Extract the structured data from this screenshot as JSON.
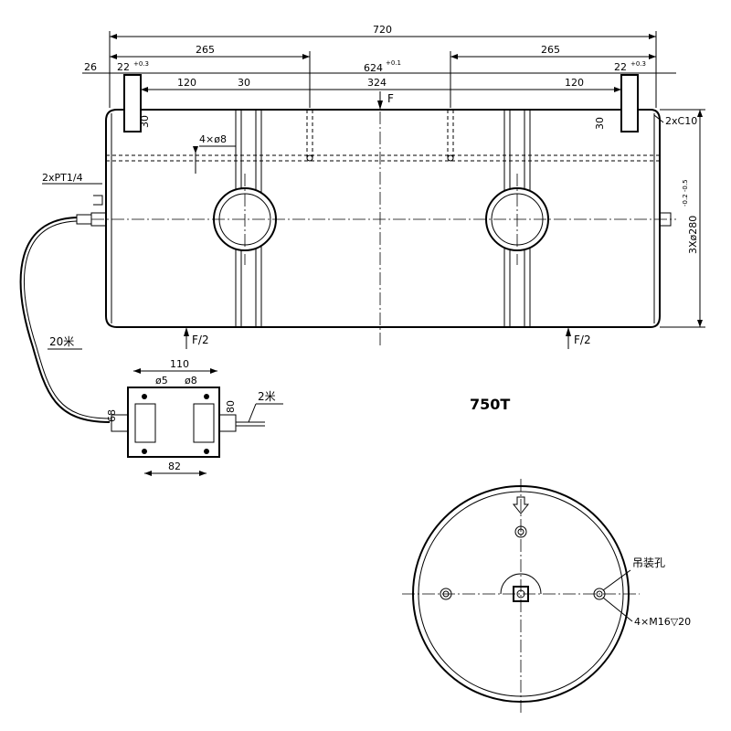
{
  "dimensions": {
    "overall_length": "720",
    "left_265": "265",
    "right_265": "265",
    "dim_26": "26",
    "left_22": "22",
    "left_22_tol": "+0.3",
    "right_22": "22",
    "right_22_tol": "+0.3",
    "dim_624": "624",
    "dim_624_tol": "+0.1",
    "left_120": "120",
    "right_120": "120",
    "dim_30_top": "30",
    "dim_324": "324",
    "left_30_vert": "30",
    "right_30_vert": "30",
    "holes_4x8": "4×ø8",
    "chamfer": "2xC10",
    "pipe_thread": "2xPT1/4",
    "diameter": "3Xø280",
    "diameter_tol": "-0.2 -0.5"
  },
  "labels": {
    "force_top": "F",
    "force_left": "F/2",
    "force_right": "F/2",
    "cable_20": "20米",
    "cable_2": "2米",
    "capacity": "750T",
    "lifting_hole": "吊装孔",
    "bolt_holes": "4×M16▽20"
  },
  "junction_box": {
    "width": "110",
    "hole_5": "ø5",
    "hole_8": "ø8",
    "height_68": "68",
    "height_80": "80",
    "spacing_82": "82"
  }
}
